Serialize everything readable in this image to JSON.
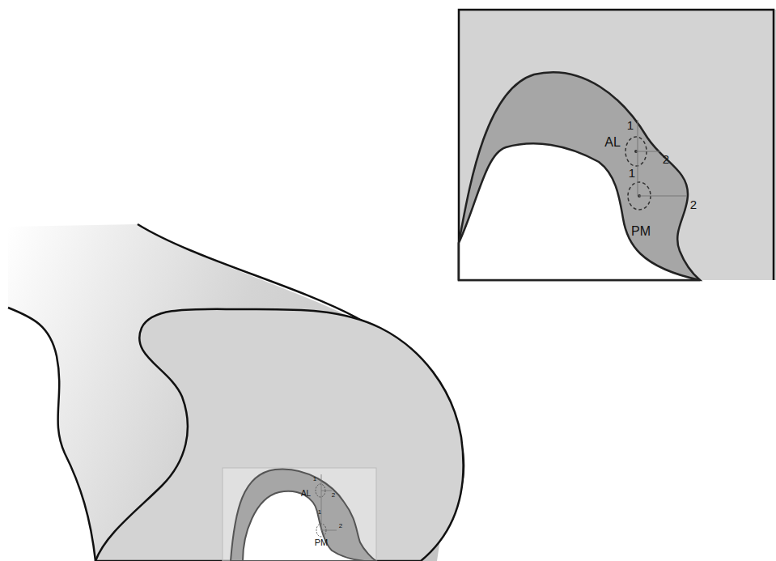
{
  "diagram": {
    "labels": [
      "AL",
      "1",
      "2",
      "1",
      "PM",
      "2",
      "1",
      "AL",
      "2",
      "1",
      "2",
      "PM"
    ]
  }
}
